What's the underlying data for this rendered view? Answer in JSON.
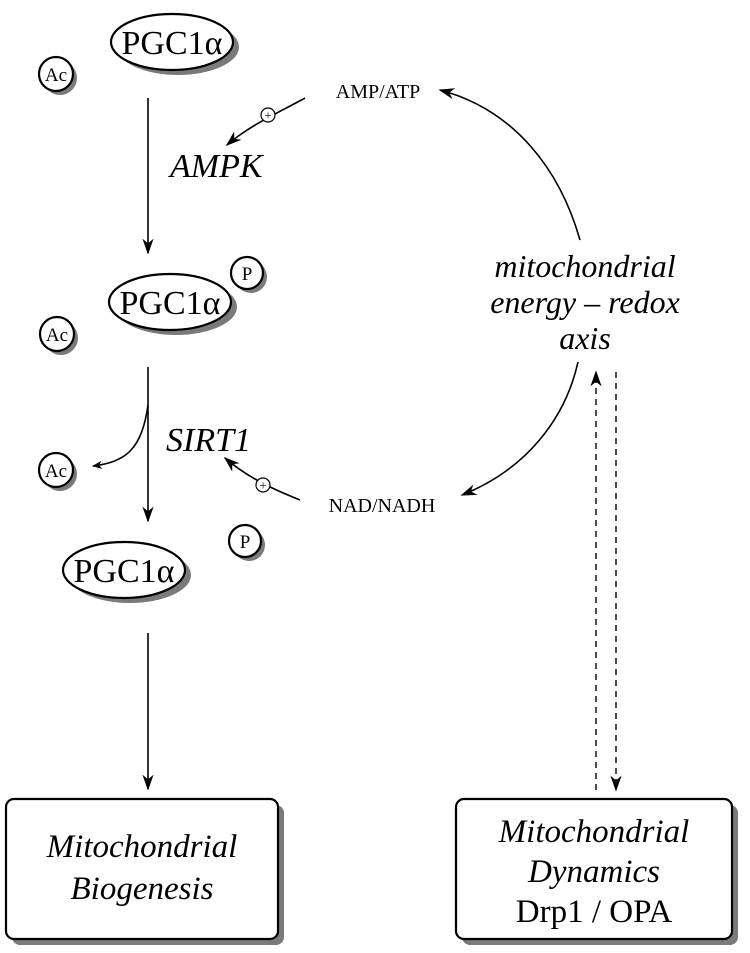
{
  "colors": {
    "ink": "#000000",
    "shadow": "#7a7a7a",
    "background": "#ffffff"
  },
  "nodes": {
    "pgc_top": {
      "label": "PGC1α",
      "modifications": [
        "Ac"
      ]
    },
    "pgc_middle": {
      "label": "PGC1α",
      "modifications": [
        "P",
        "Ac"
      ]
    },
    "pgc_bottom": {
      "label": "PGC1α",
      "modifications": [
        "P"
      ]
    },
    "released_acetyl": "Ac",
    "ampk": "AMPK",
    "sirt1": "SIRT1",
    "amp_atp": "AMP/ATP",
    "nad_nadh": "NAD/NADH",
    "plus_sign": "+",
    "axis": [
      "mitochondrial",
      "energy – redox",
      "axis"
    ],
    "biogenesis_box": [
      "Mitochondrial",
      "Biogenesis"
    ],
    "dynamics_box": {
      "lines": [
        "Mitochondrial",
        "Dynamics"
      ],
      "proteins": "Drp1 / OPA"
    }
  }
}
